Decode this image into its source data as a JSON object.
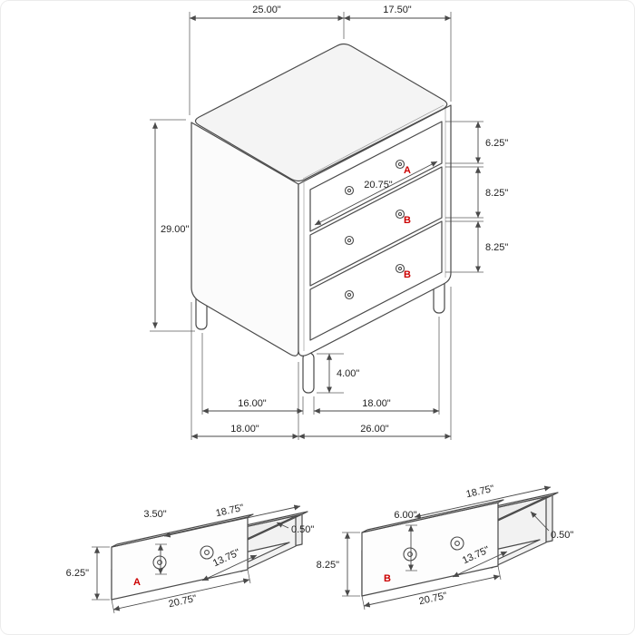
{
  "colors": {
    "line": "#4a4a4a",
    "text": "#1f1f1f",
    "accent": "#cc0000",
    "page_bg": "#ffffff"
  },
  "main_view": {
    "dims": {
      "top_width": "25.00\"",
      "top_depth": "17.50\"",
      "overall_height": "29.00\"",
      "drawer_a_front_height": "6.25\"",
      "drawer_b_front_height": "8.25\"",
      "drawer_c_front_height": "8.25\"",
      "drawer_width": "20.75\"",
      "leg_height": "4.00\"",
      "leg_spacing_depth": "16.00\"",
      "leg_spacing_width": "18.00\"",
      "overall_depth": "18.00\"",
      "overall_width": "26.00\""
    },
    "labels": {
      "drawer_a": "A",
      "drawer_b": "B",
      "drawer_c": "B"
    }
  },
  "drawer_a_detail": {
    "label": "A",
    "back_height": "3.50\"",
    "interior_width": "18.75\"",
    "wall_thickness": "0.50\"",
    "front_height": "6.25\"",
    "interior_depth": "13.75\"",
    "overall_width": "20.75\""
  },
  "drawer_b_detail": {
    "label": "B",
    "back_height": "6.00\"",
    "interior_width": "18.75\"",
    "wall_thickness": "0.50\"",
    "front_height": "8.25\"",
    "interior_depth": "13.75\"",
    "overall_width": "20.75\""
  }
}
